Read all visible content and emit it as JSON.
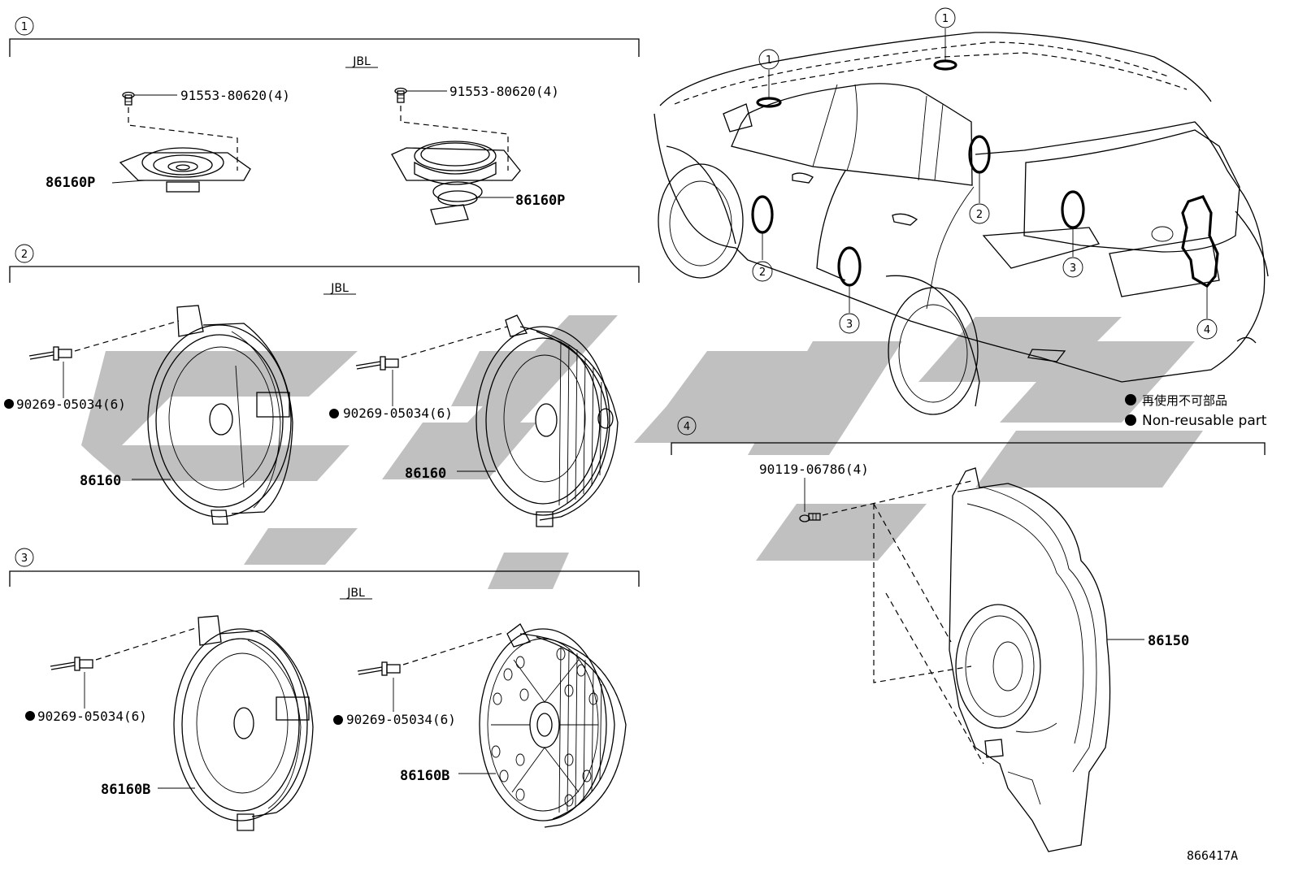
{
  "sections": [
    {
      "number": "1",
      "brand": "JBL"
    },
    {
      "number": "2",
      "brand": "JBL"
    },
    {
      "number": "3",
      "brand": "JBL"
    },
    {
      "number": "4"
    }
  ],
  "parts": {
    "s1_bolt_left": "91553-80620(4)",
    "s1_bolt_right": "91553-80620(4)",
    "s1_speaker_left": "86160P",
    "s1_speaker_right": "86160P",
    "s2_rivet_left": "90269-05034(6)",
    "s2_rivet_right": "90269-05034(6)",
    "s2_speaker_left": "86160",
    "s2_speaker_right": "86160",
    "s3_rivet_left": "90269-05034(6)",
    "s3_rivet_right": "90269-05034(6)",
    "s3_speaker_left": "86160B",
    "s3_speaker_right": "86160B",
    "s4_bolt": "90119-06786(4)",
    "s4_subwoofer": "86150"
  },
  "vehicle_callouts": [
    "1",
    "1",
    "2",
    "2",
    "3",
    "3",
    "4"
  ],
  "legend": {
    "japanese": "再使用不可部品",
    "english": "Non-reusable part"
  },
  "diagram_id": "866417A"
}
